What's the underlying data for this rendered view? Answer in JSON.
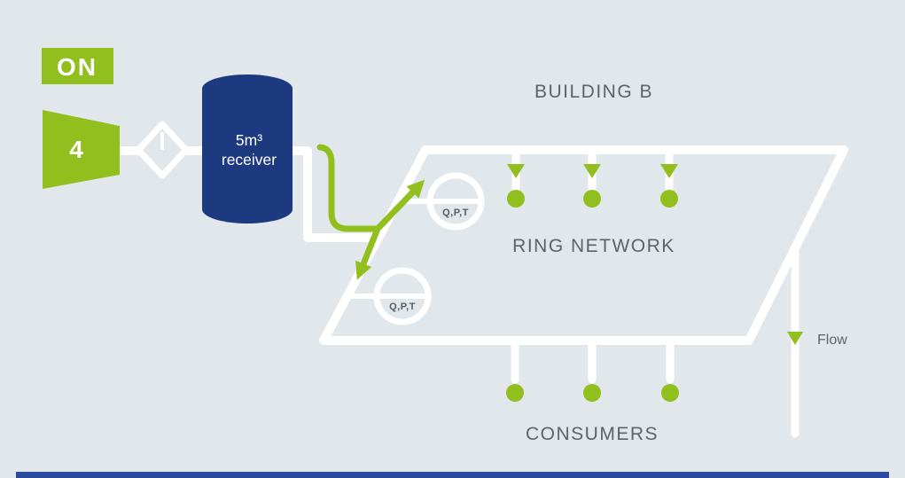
{
  "colors": {
    "background": "#e2e7eb",
    "green": "#91c01e",
    "navy": "#1d3a80",
    "pipe_white": "#ffffff",
    "label_gray": "#5d6468",
    "footer_blue": "#2a4a9e"
  },
  "status_badge": {
    "label": "ON"
  },
  "compressor": {
    "label": "4"
  },
  "receiver": {
    "capacity": "5m³",
    "name": "receiver"
  },
  "sensors": {
    "upper": "Q,P,T",
    "lower": "Q,P,T"
  },
  "labels": {
    "building": "BUILDING B",
    "ring": "RING NETWORK",
    "consumers": "CONSUMERS",
    "flow": "Flow"
  },
  "network": {
    "top_branch_count": 3,
    "bottom_branch_count": 3
  }
}
